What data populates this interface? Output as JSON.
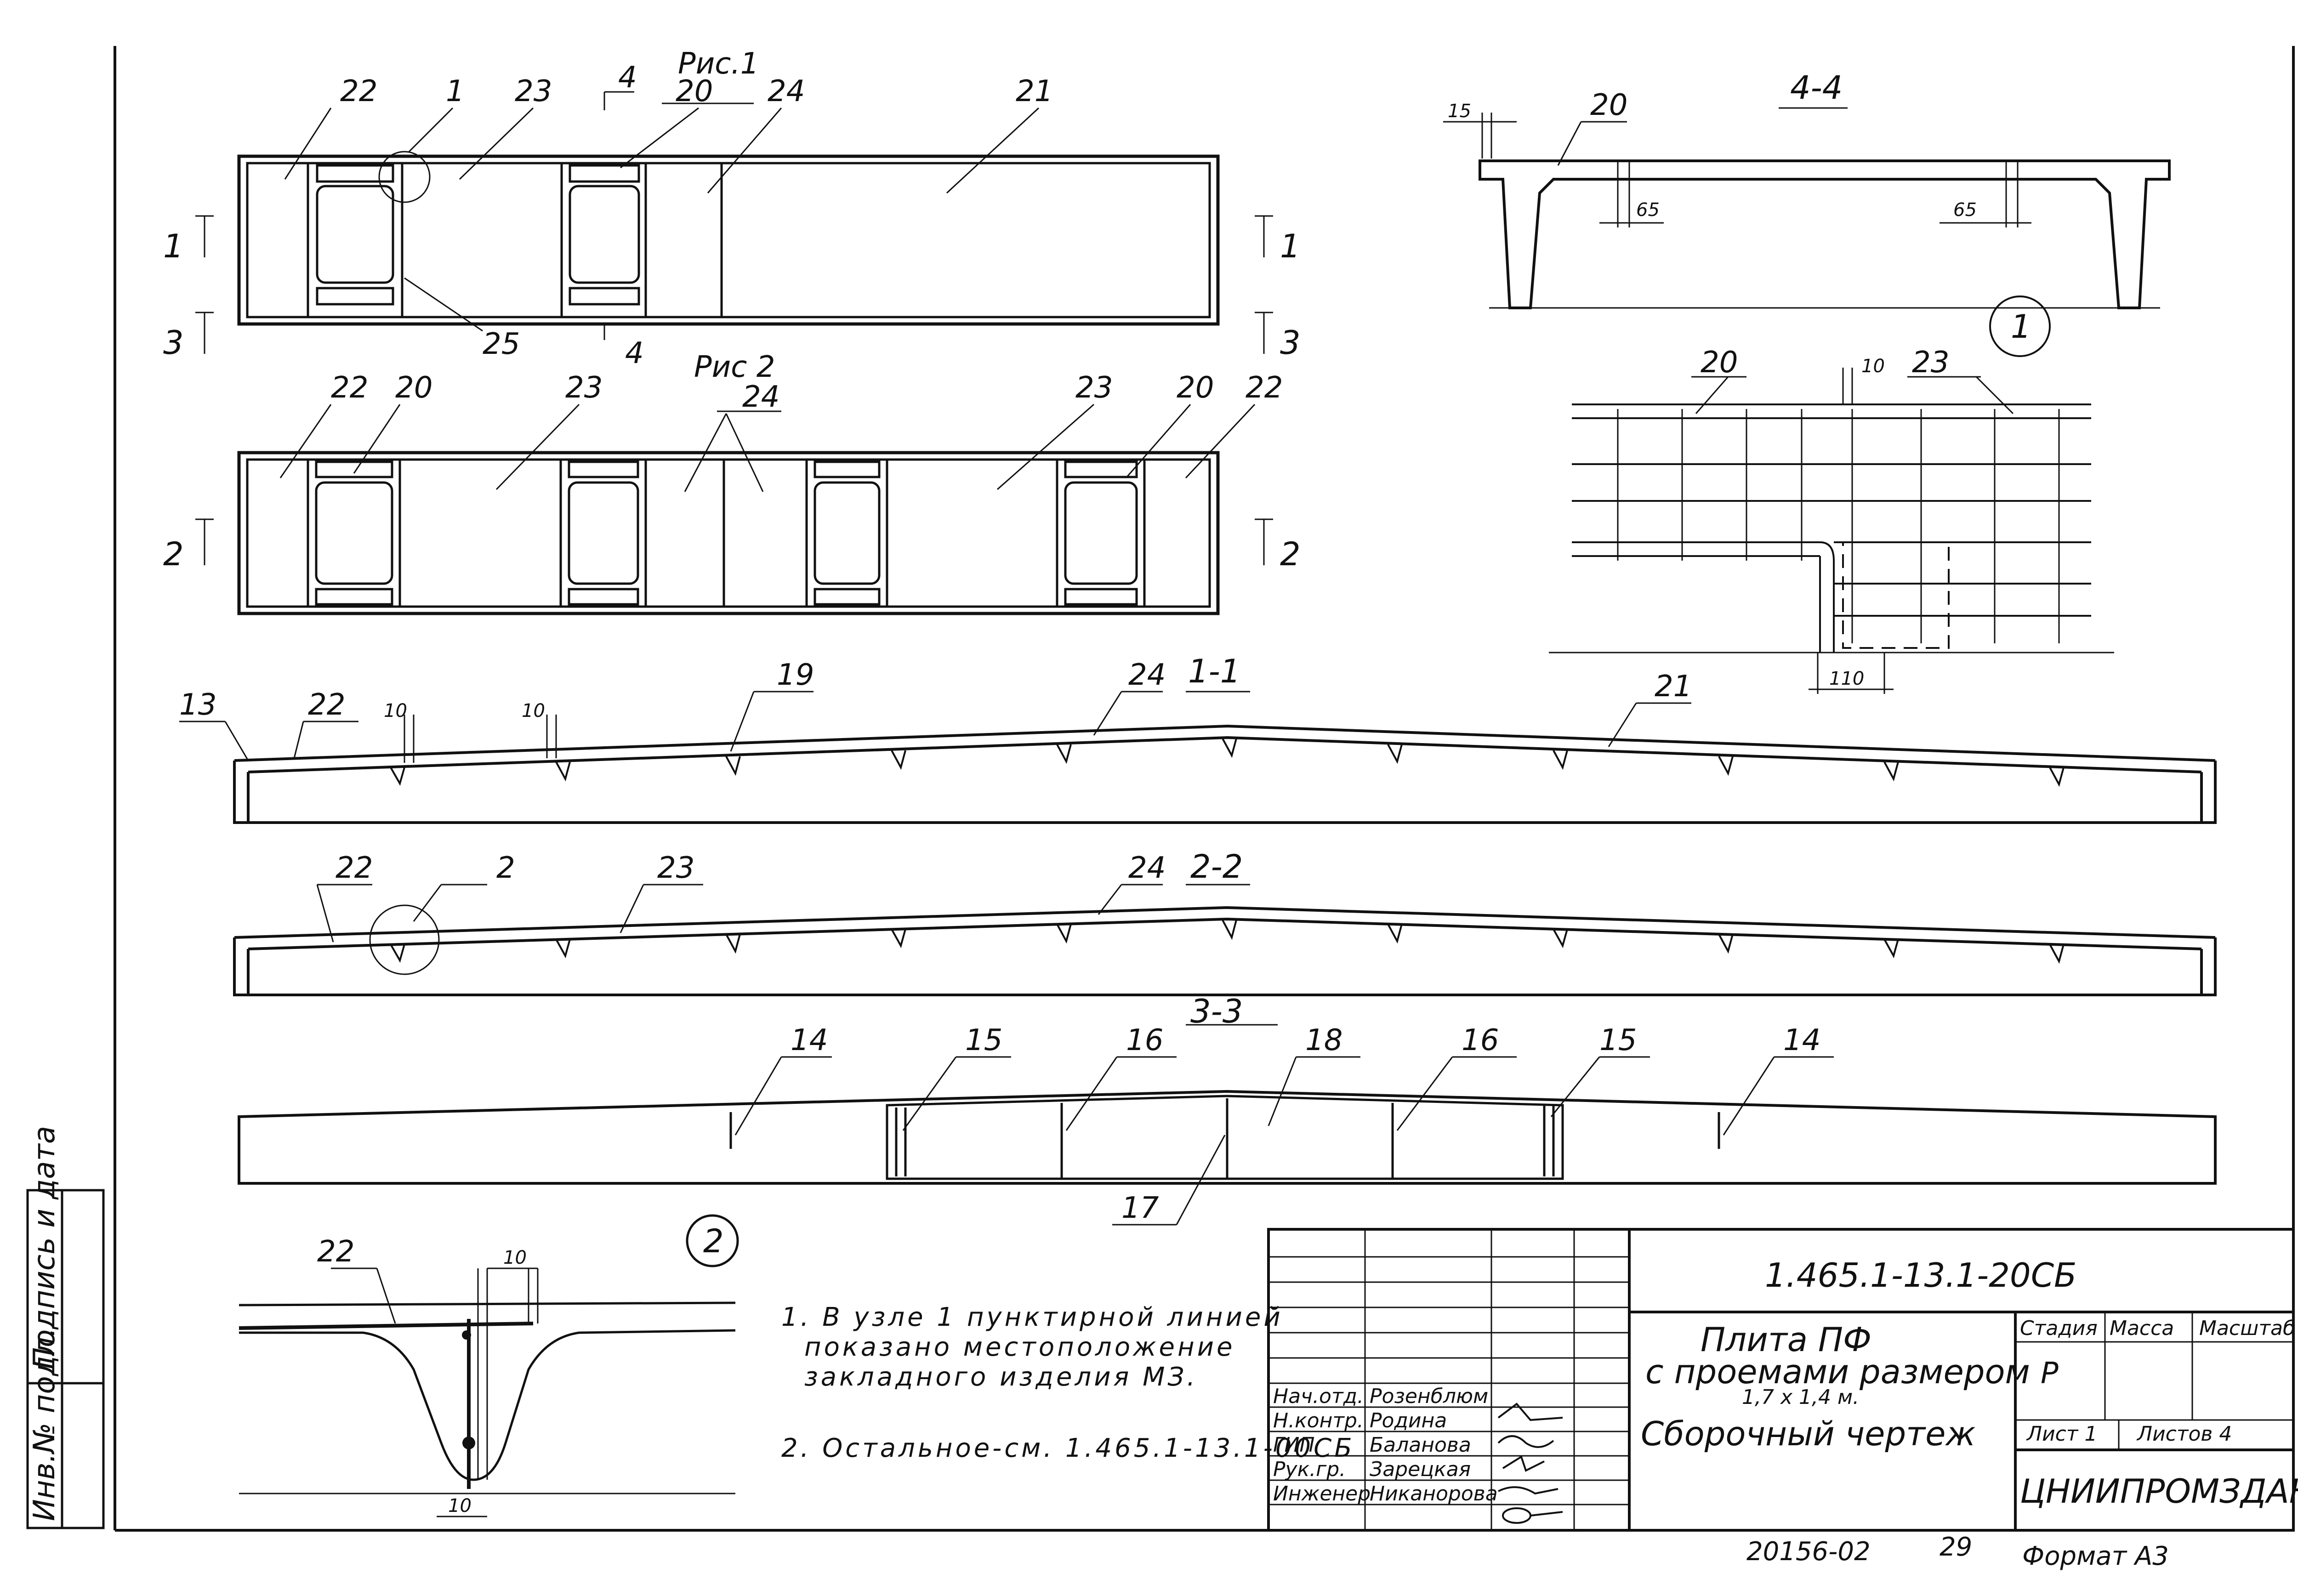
{
  "colors": {
    "ink": "#111111",
    "paper": "#ffffff"
  },
  "plan_a": {
    "title": "Рис.1",
    "labels": {
      "p22": "22",
      "p1": "1",
      "p23": "23",
      "p20": "20",
      "p24": "24",
      "p21": "21",
      "p25": "25"
    },
    "cuts": {
      "left1": "1",
      "left3": "3",
      "right1": "1",
      "right3": "3",
      "cut4_top": "4",
      "cut4_bottom": "4"
    }
  },
  "plan_b": {
    "title": "Рис 2",
    "labels": {
      "p22a": "22",
      "p20a": "20",
      "p23a": "23",
      "p24": "24",
      "p23b": "23",
      "p20b": "20",
      "p22b": "22"
    },
    "cuts": {
      "left2": "2",
      "right2": "2"
    }
  },
  "section_44": {
    "title": "4-4",
    "labels": {
      "p20": "20"
    },
    "dims": {
      "d15": "15",
      "d65a": "65",
      "d65b": "65"
    }
  },
  "node_1": {
    "marker": "1",
    "labels": {
      "p20": "20",
      "p23": "23"
    },
    "dims": {
      "d10": "10",
      "d110": "110"
    }
  },
  "section_11": {
    "title": "1-1",
    "labels": {
      "p13": "13",
      "p22": "22",
      "p19": "19",
      "p24": "24",
      "p21": "21"
    },
    "dims": {
      "d10a": "10",
      "d10b": "10"
    }
  },
  "section_22": {
    "title": "2-2",
    "labels": {
      "p22": "22",
      "p2": "2",
      "p23": "23",
      "p24": "24"
    }
  },
  "section_33": {
    "title": "3-3",
    "labels": {
      "p14a": "14",
      "p15a": "15",
      "p16a": "16",
      "p18": "18",
      "p16b": "16",
      "p15b": "15",
      "p14b": "14",
      "p17": "17"
    }
  },
  "node_2": {
    "marker": "2",
    "labels": {
      "p22": "22"
    },
    "dims": {
      "d10a": "10",
      "d10b": "10"
    }
  },
  "notes": [
    "1. В узле 1 пунктирной линией",
    "показано местоположение",
    "закладного изделия МЗ.",
    "2. Остальное-см. 1.465.1-13.1-00СБ"
  ],
  "left_strip": {
    "signature": "Подпись и дата",
    "inventory": "Инв.№ подл."
  },
  "title_block": {
    "code": "1.465.1-13.1-20СБ",
    "name_lines": [
      "Плита ПФ",
      "с проемами размером",
      "1,7 х 1,4 м.",
      "Сборочный чертеж"
    ],
    "headers": {
      "stage": "Стадия",
      "mass": "Масса",
      "scale": "Масштаб"
    },
    "stage_value": "Р",
    "sheet": "Лист 1",
    "sheets": "Листов 4",
    "organization": "ЦНИИПРОМЗДАНИЙ",
    "staff": [
      {
        "role": "Нач.отд.",
        "name": "Розенблюм"
      },
      {
        "role": "Н.контр.",
        "name": "Родина"
      },
      {
        "role": "ГИП",
        "name": "Баланова"
      },
      {
        "role": "Рук.гр.",
        "name": "Зарецкая"
      },
      {
        "role": "Инженер",
        "name": "Никанорова"
      }
    ]
  },
  "footer": {
    "archive": "20156-02",
    "page": "29",
    "format": "Формат А3"
  }
}
